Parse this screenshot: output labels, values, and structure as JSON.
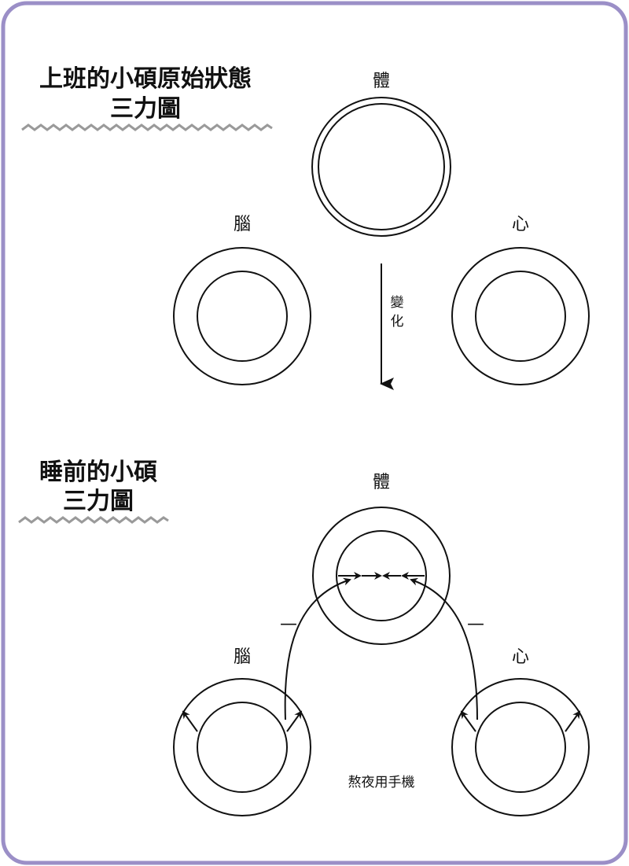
{
  "colors": {
    "frame_border": "#9b8fc7",
    "ink": "#111111",
    "zigzag": "#9a9a9a"
  },
  "top": {
    "title_line1": "上班的小碩原始狀態",
    "title_line2": "三力圖",
    "body_label": "體",
    "brain_label": "腦",
    "heart_label": "心",
    "change_label_1": "變",
    "change_label_2": "化"
  },
  "bottom": {
    "title_line1": "睡前的小碩",
    "title_line2": "三力圖",
    "body_label": "體",
    "brain_label": "腦",
    "heart_label": "心",
    "minus_left": "—",
    "minus_right": "—",
    "caption": "熬夜用手機"
  }
}
